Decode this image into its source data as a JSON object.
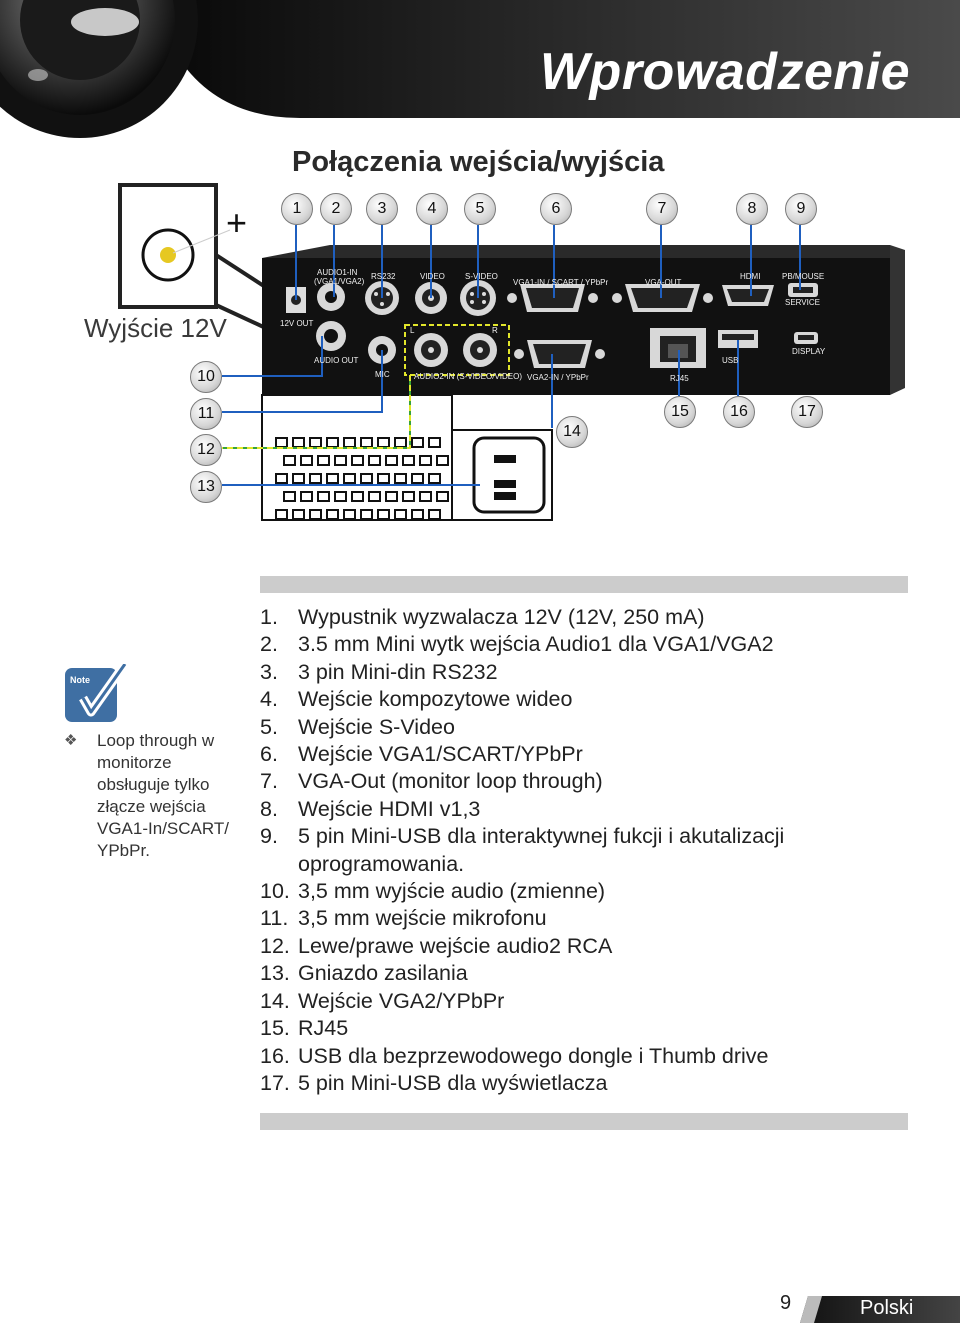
{
  "header": {
    "title": "Wprowadzenie"
  },
  "section_title": "Połączenia wejścia/wyjścia",
  "diagram": {
    "output_label": "Wyjście 12V",
    "plus_sign": "+",
    "badges": [
      "1",
      "2",
      "3",
      "4",
      "5",
      "6",
      "7",
      "8",
      "9",
      "10",
      "11",
      "12",
      "13",
      "14",
      "15",
      "16",
      "17"
    ],
    "port_labels": {
      "audio1_in": "AUDIO1-IN",
      "audio1_in_sub": "(VGA1/VGA2)",
      "rs232": "RS232",
      "video": "VIDEO",
      "svideo": "S-VIDEO",
      "vga1_in": "VGA1-IN / SCART / YPbPr",
      "vga_out": "VGA-OUT",
      "hdmi": "HDMI",
      "pb_mouse": "PB/MOUSE",
      "service": "SERVICE",
      "out_12v": "12V OUT",
      "audio_out": "AUDIO OUT",
      "mic": "MIC",
      "left": "L",
      "right": "R",
      "audio2_in": "AUDIO2-IN (S-VIDEO/VIDEO)",
      "vga2_in": "VGA2-IN / YPbPr",
      "rj45": "RJ45",
      "usb": "USB",
      "display": "DISPLAY"
    }
  },
  "items": [
    {
      "num": "1.",
      "text": "Wypustnik wyzwalacza 12V (12V, 250 mA)"
    },
    {
      "num": "2.",
      "text": "3.5 mm Mini wytk wejścia Audio1 dla VGA1/VGA2"
    },
    {
      "num": "3.",
      "text": "3 pin Mini-din RS232"
    },
    {
      "num": "4.",
      "text": "Wejście kompozytowe wideo"
    },
    {
      "num": "5.",
      "text": "Wejście S-Video"
    },
    {
      "num": "6.",
      "text": "Wejście VGA1/SCART/YPbPr"
    },
    {
      "num": "7.",
      "text": "VGA-Out (monitor loop through)"
    },
    {
      "num": "8.",
      "text": "Wejście HDMI v1,3"
    },
    {
      "num": "9.",
      "text": "5 pin Mini-USB dla interaktywnej fukcji i akutalizacji oprogramowania."
    },
    {
      "num": "10.",
      "text": "3,5 mm wyjście audio (zmienne)"
    },
    {
      "num": "11.",
      "text": "3,5 mm wejście mikrofonu"
    },
    {
      "num": "12.",
      "text": "Lewe/prawe wejście audio2 RCA"
    },
    {
      "num": "13.",
      "text": "Gniazdo zasilania"
    },
    {
      "num": "14.",
      "text": "Wejście VGA2/YPbPr"
    },
    {
      "num": "15.",
      "text": "RJ45"
    },
    {
      "num": "16.",
      "text": "USB dla bezprzewodowego dongle i Thumb drive"
    },
    {
      "num": "17.",
      "text": "5 pin Mini-USB dla wyświetlacza"
    }
  ],
  "note": {
    "icon_label": "Note",
    "text": "Loop through w monitorze obsługuje tylko złącze wejścia VGA1-In/SCART/ YPbPr."
  },
  "footer": {
    "page_number": "9",
    "language": "Polski"
  },
  "colors": {
    "header_dark": "#1a1a1a",
    "note_blue": "#3f6fa3",
    "highlight_yellow": "#e2e62a",
    "leader_blue": "#1f5fbf",
    "leader_green": "#35a33a"
  }
}
